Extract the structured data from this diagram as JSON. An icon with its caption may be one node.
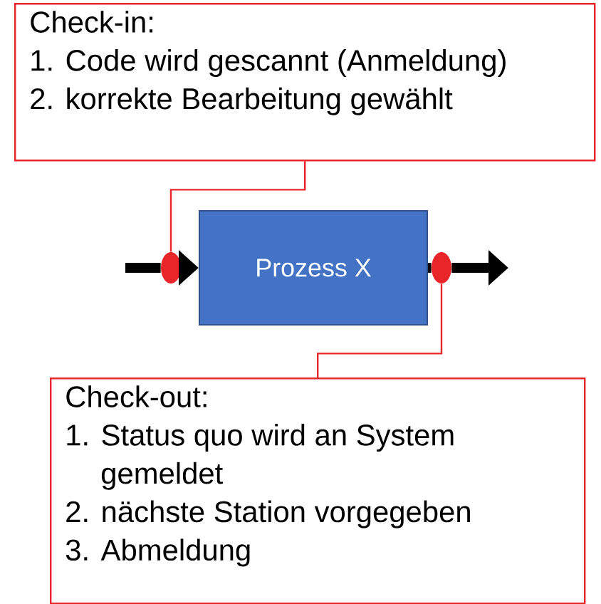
{
  "diagram": {
    "nodes": [
      {
        "text": [
          "Check-in:",
          "1. Code wird gescannt (Anmeldung)",
          "2. korrekte Bearbeitung gewählt"
        ]
      },
      {
        "text": [],
        "shape": "circle"
      },
      {
        "text": [
          "Prozess X"
        ]
      },
      {
        "text": [],
        "shape": "circle"
      },
      {
        "text": [
          "Check-out:",
          "1. Status quo wird an System gemeldet",
          "2. nächste Station vorgegeben",
          "3. Abmeldung"
        ]
      }
    ],
    "edges": [
      {
        "from": 0,
        "to": 1,
        "arrow": "none",
        "color": "#e8262a"
      },
      {
        "from": 3,
        "to": 4,
        "arrow": "none",
        "color": "#e8262a"
      },
      {
        "from": null,
        "to": 2,
        "arrow": "to",
        "style": "thick",
        "color": "#000000"
      },
      {
        "from": 2,
        "to": null,
        "arrow": "to",
        "style": "thick",
        "color": "#000000"
      }
    ]
  }
}
